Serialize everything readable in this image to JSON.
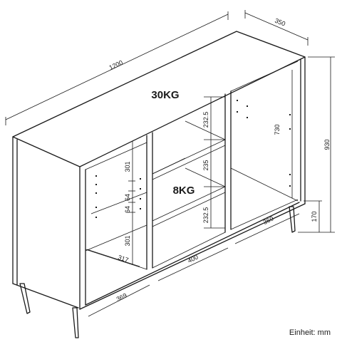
{
  "dimensions": {
    "width": "1200",
    "depth": "350",
    "height": "930",
    "interior_height": "730",
    "leg_height": "170",
    "shelf_gap_top": "232.5",
    "shelf_gap_mid": "235",
    "shelf_gap_bottom": "232.5",
    "left_shelf_top": "301",
    "left_shelf_step_a": "64",
    "left_shelf_step_b": "64",
    "left_shelf_bottom": "301",
    "left_compartment_width": "369",
    "left_compartment_depth": "317",
    "center_compartment_width": "400",
    "right_compartment_width": "369"
  },
  "loads": {
    "top": "30KG",
    "shelf": "8KG"
  },
  "unit_note": "Einheit: mm"
}
